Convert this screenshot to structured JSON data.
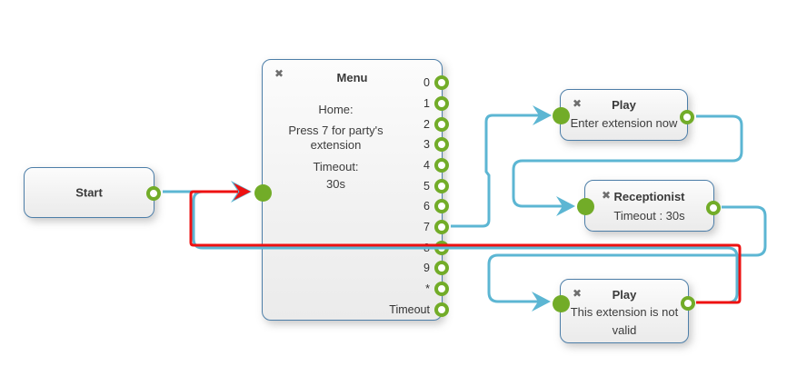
{
  "colors": {
    "connector_blue": "#5cb6d3",
    "highlight_red": "#ee1111",
    "port_green": "#72ac28",
    "node_border": "#4d7ea8",
    "node_fill": "#f1f1f1",
    "text": "#333333",
    "close_icon_gray": "#6e6e6e"
  },
  "icons": {
    "close": "✖"
  },
  "nodes": {
    "start": {
      "title": "Start"
    },
    "menu": {
      "title": "Menu",
      "greeting_label": "Home:",
      "greeting_text": "Press 7 for party's extension",
      "timeout_label": "Timeout:",
      "timeout_value": "30s",
      "ports": [
        "0",
        "1",
        "2",
        "3",
        "4",
        "5",
        "6",
        "7",
        "8",
        "9",
        "*",
        "Timeout"
      ]
    },
    "play_top": {
      "title": "Play",
      "body": "Enter extension now"
    },
    "receptionist": {
      "title": "Receptionist",
      "body": "Timeout : 30s"
    },
    "play_bottom": {
      "title": "Play",
      "body": "This extension is not valid"
    }
  }
}
